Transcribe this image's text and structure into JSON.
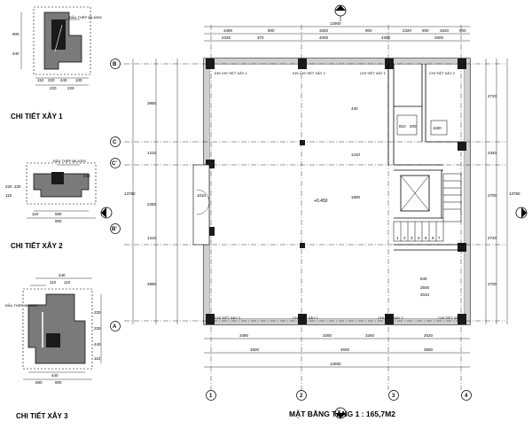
{
  "plan": {
    "title": "MẶT BẰNG TẦNG 1 : 165,7M2",
    "area_label": "+0.450",
    "column_tags": [
      "KHI CHI TIẾT XÂY 1",
      "KHI CHI TIẾT XÂY 2",
      "CHI TIẾT XÂY 1",
      "CHI TIẾT XÂY 2",
      "CHI TIẾT XÂY 3",
      "CHI TIẾT XÂY 1",
      "CHI TIẾT XÂY 2",
      "CHI TIẾT XÂY 3"
    ],
    "grid_x": [
      "1",
      "2",
      "3",
      "4"
    ],
    "grid_y": [
      "B",
      "C",
      "C'",
      "B'",
      "A"
    ],
    "top_total": "12900",
    "top_dims": [
      "3490",
      "900",
      "3260",
      "900",
      "2320",
      "900",
      "2620",
      "900"
    ],
    "top_dims_inner": [
      "2330",
      "370",
      "4000",
      "4300",
      "2600"
    ],
    "bottom_total": "12550",
    "bottom_dims": [
      "3490",
      "3260",
      "3260",
      "2620"
    ],
    "bottom_dims_2": [
      "4500",
      "4500",
      "3550"
    ],
    "left_total": "13780",
    "left_dims": [
      "3990",
      "1410",
      "2450",
      "1410",
      "3990"
    ],
    "right_total": "13780",
    "right_dims": [
      "2720",
      "2340",
      "2700",
      "2720",
      "2700"
    ],
    "door_label": "1010",
    "stair_steps": [
      "1",
      "2",
      "3",
      "4",
      "5",
      "6",
      "7"
    ],
    "wc_dims": [
      "810",
      "400",
      "1190"
    ],
    "misc_dims": [
      "840",
      "2500",
      "3010",
      "440",
      "1410",
      "1800"
    ]
  },
  "details": [
    {
      "caption": "CHI TIẾT XÂY 1",
      "note": "ĐẦU THÉP Ø6 A300",
      "dims_top": [
        "220",
        "220"
      ],
      "dims_side": [
        "900",
        "440"
      ],
      "dims_bottom": [
        "110",
        "220",
        "440",
        "100"
      ]
    },
    {
      "caption": "CHI TIẾT XÂY 2",
      "note": "ĐẦU THÉP Ø6 A300",
      "dims_top": [
        "440"
      ],
      "dims_side": [
        "220",
        "220",
        "110"
      ],
      "dims_bottom": [
        "680",
        "900",
        "110"
      ]
    },
    {
      "caption": "CHI TIẾT XÂY 3",
      "note": "ĐẦU THÉP Ø6 A300",
      "dims_top": [
        "440",
        "110",
        "110"
      ],
      "dims_side": [
        "220",
        "220",
        "440",
        "110"
      ],
      "dims_bottom": [
        "440",
        "680",
        "900"
      ]
    }
  ]
}
